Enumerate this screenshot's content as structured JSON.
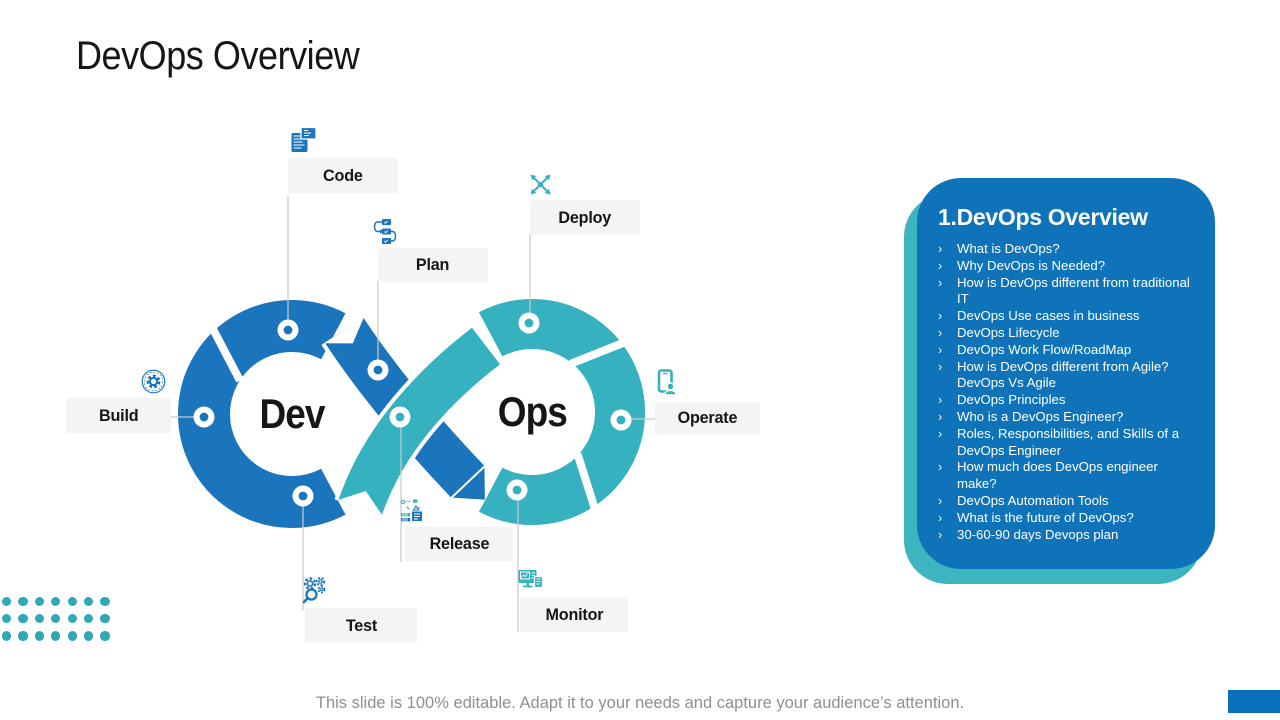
{
  "title": "DevOps Overview",
  "diagram": {
    "dev_label": "Dev",
    "ops_label": "Ops",
    "stages": [
      {
        "label": "Code",
        "icon": "code-icon"
      },
      {
        "label": "Plan",
        "icon": "plan-workflow-icon"
      },
      {
        "label": "Deploy",
        "icon": "deploy-arrows-icon"
      },
      {
        "label": "Build",
        "icon": "build-gear-icon"
      },
      {
        "label": "Operate",
        "icon": "operate-device-icon"
      },
      {
        "label": "Release",
        "icon": "release-launch-icon"
      },
      {
        "label": "Test",
        "icon": "test-gears-magnifier-icon"
      },
      {
        "label": "Monitor",
        "icon": "monitor-screen-icon"
      }
    ]
  },
  "panel": {
    "heading": "1.DevOps Overview",
    "bullet": "›",
    "items": [
      "What is DevOps?",
      "Why DevOps is Needed?",
      "How is DevOps different from traditional IT",
      "DevOps Use cases in business",
      "DevOps Lifecycle",
      "DevOps Work Flow/RoadMap",
      "How is DevOps different from Agile? DevOps Vs Agile",
      "DevOps Principles",
      "Who is a DevOps Engineer?",
      "Roles, Responsibilities, and Skills of a DevOps Engineer",
      "How much does DevOps engineer make?",
      "DevOps Automation Tools",
      "What is the future of DevOps?",
      "30-60-90 days Devops plan"
    ]
  },
  "footer": {
    "note": "This slide is 100% editable. Adapt it to your needs and capture your audience’s attention."
  },
  "colors": {
    "dev_blue": "#1b75bc",
    "ops_teal": "#35b1bf",
    "panel_blue": "#0e73b9",
    "panel_shadow_teal": "#3db5c0",
    "label_bg": "#f4f4f4",
    "connector_gray": "#c9c9c9",
    "footer_gray": "#8f8f8f",
    "accent_bar_blue": "#0a70b9",
    "dot_teal": "#2fa9b6"
  }
}
